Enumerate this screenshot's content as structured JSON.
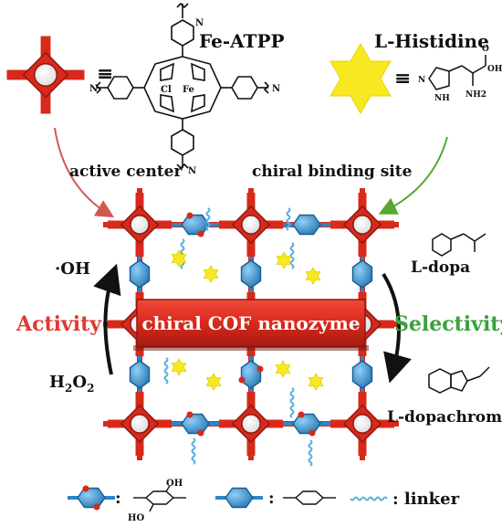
{
  "top": {
    "porphyrin_label": "Fe-ATPP",
    "histidine_label": "L-Histidine",
    "equiv_symbol": "≡",
    "porphyrin_chem": {
      "cl": "Cl",
      "fe": "Fe",
      "n": "N"
    },
    "histidine_chem": {
      "oh": "OH",
      "nh2": "NH2",
      "o": "O",
      "n": "N",
      "nh": "NH"
    }
  },
  "labels": {
    "active_center": "active center",
    "chiral_binding_site": "chiral binding site",
    "nanozyme": "chiral COF nanozyme",
    "activity": "Activity",
    "selectivity": "Selectivity",
    "oh_radical": "·OH",
    "h2o2_main": "H",
    "h2o2_sub1": "2",
    "h2o2_o": "O",
    "h2o2_sub2": "2",
    "ldopa": "L-dopa",
    "ldopachrome": "L-dopachrome"
  },
  "legend": {
    "sep1": ":",
    "sep2": ":",
    "linker": ": linker",
    "oh_top": "OH",
    "oh_bottom": "HO"
  },
  "colors": {
    "porphyrin_red": "#d8291b",
    "dark_red": "#8c1a12",
    "blue_linker": "#2b86c8",
    "wave_blue": "#5ab0e0",
    "star_yellow": "#f7e821",
    "activity_red": "#e03a2e",
    "selectivity_green": "#3aa13a",
    "arrow_red": "#d05a50",
    "arrow_green": "#56a830"
  }
}
